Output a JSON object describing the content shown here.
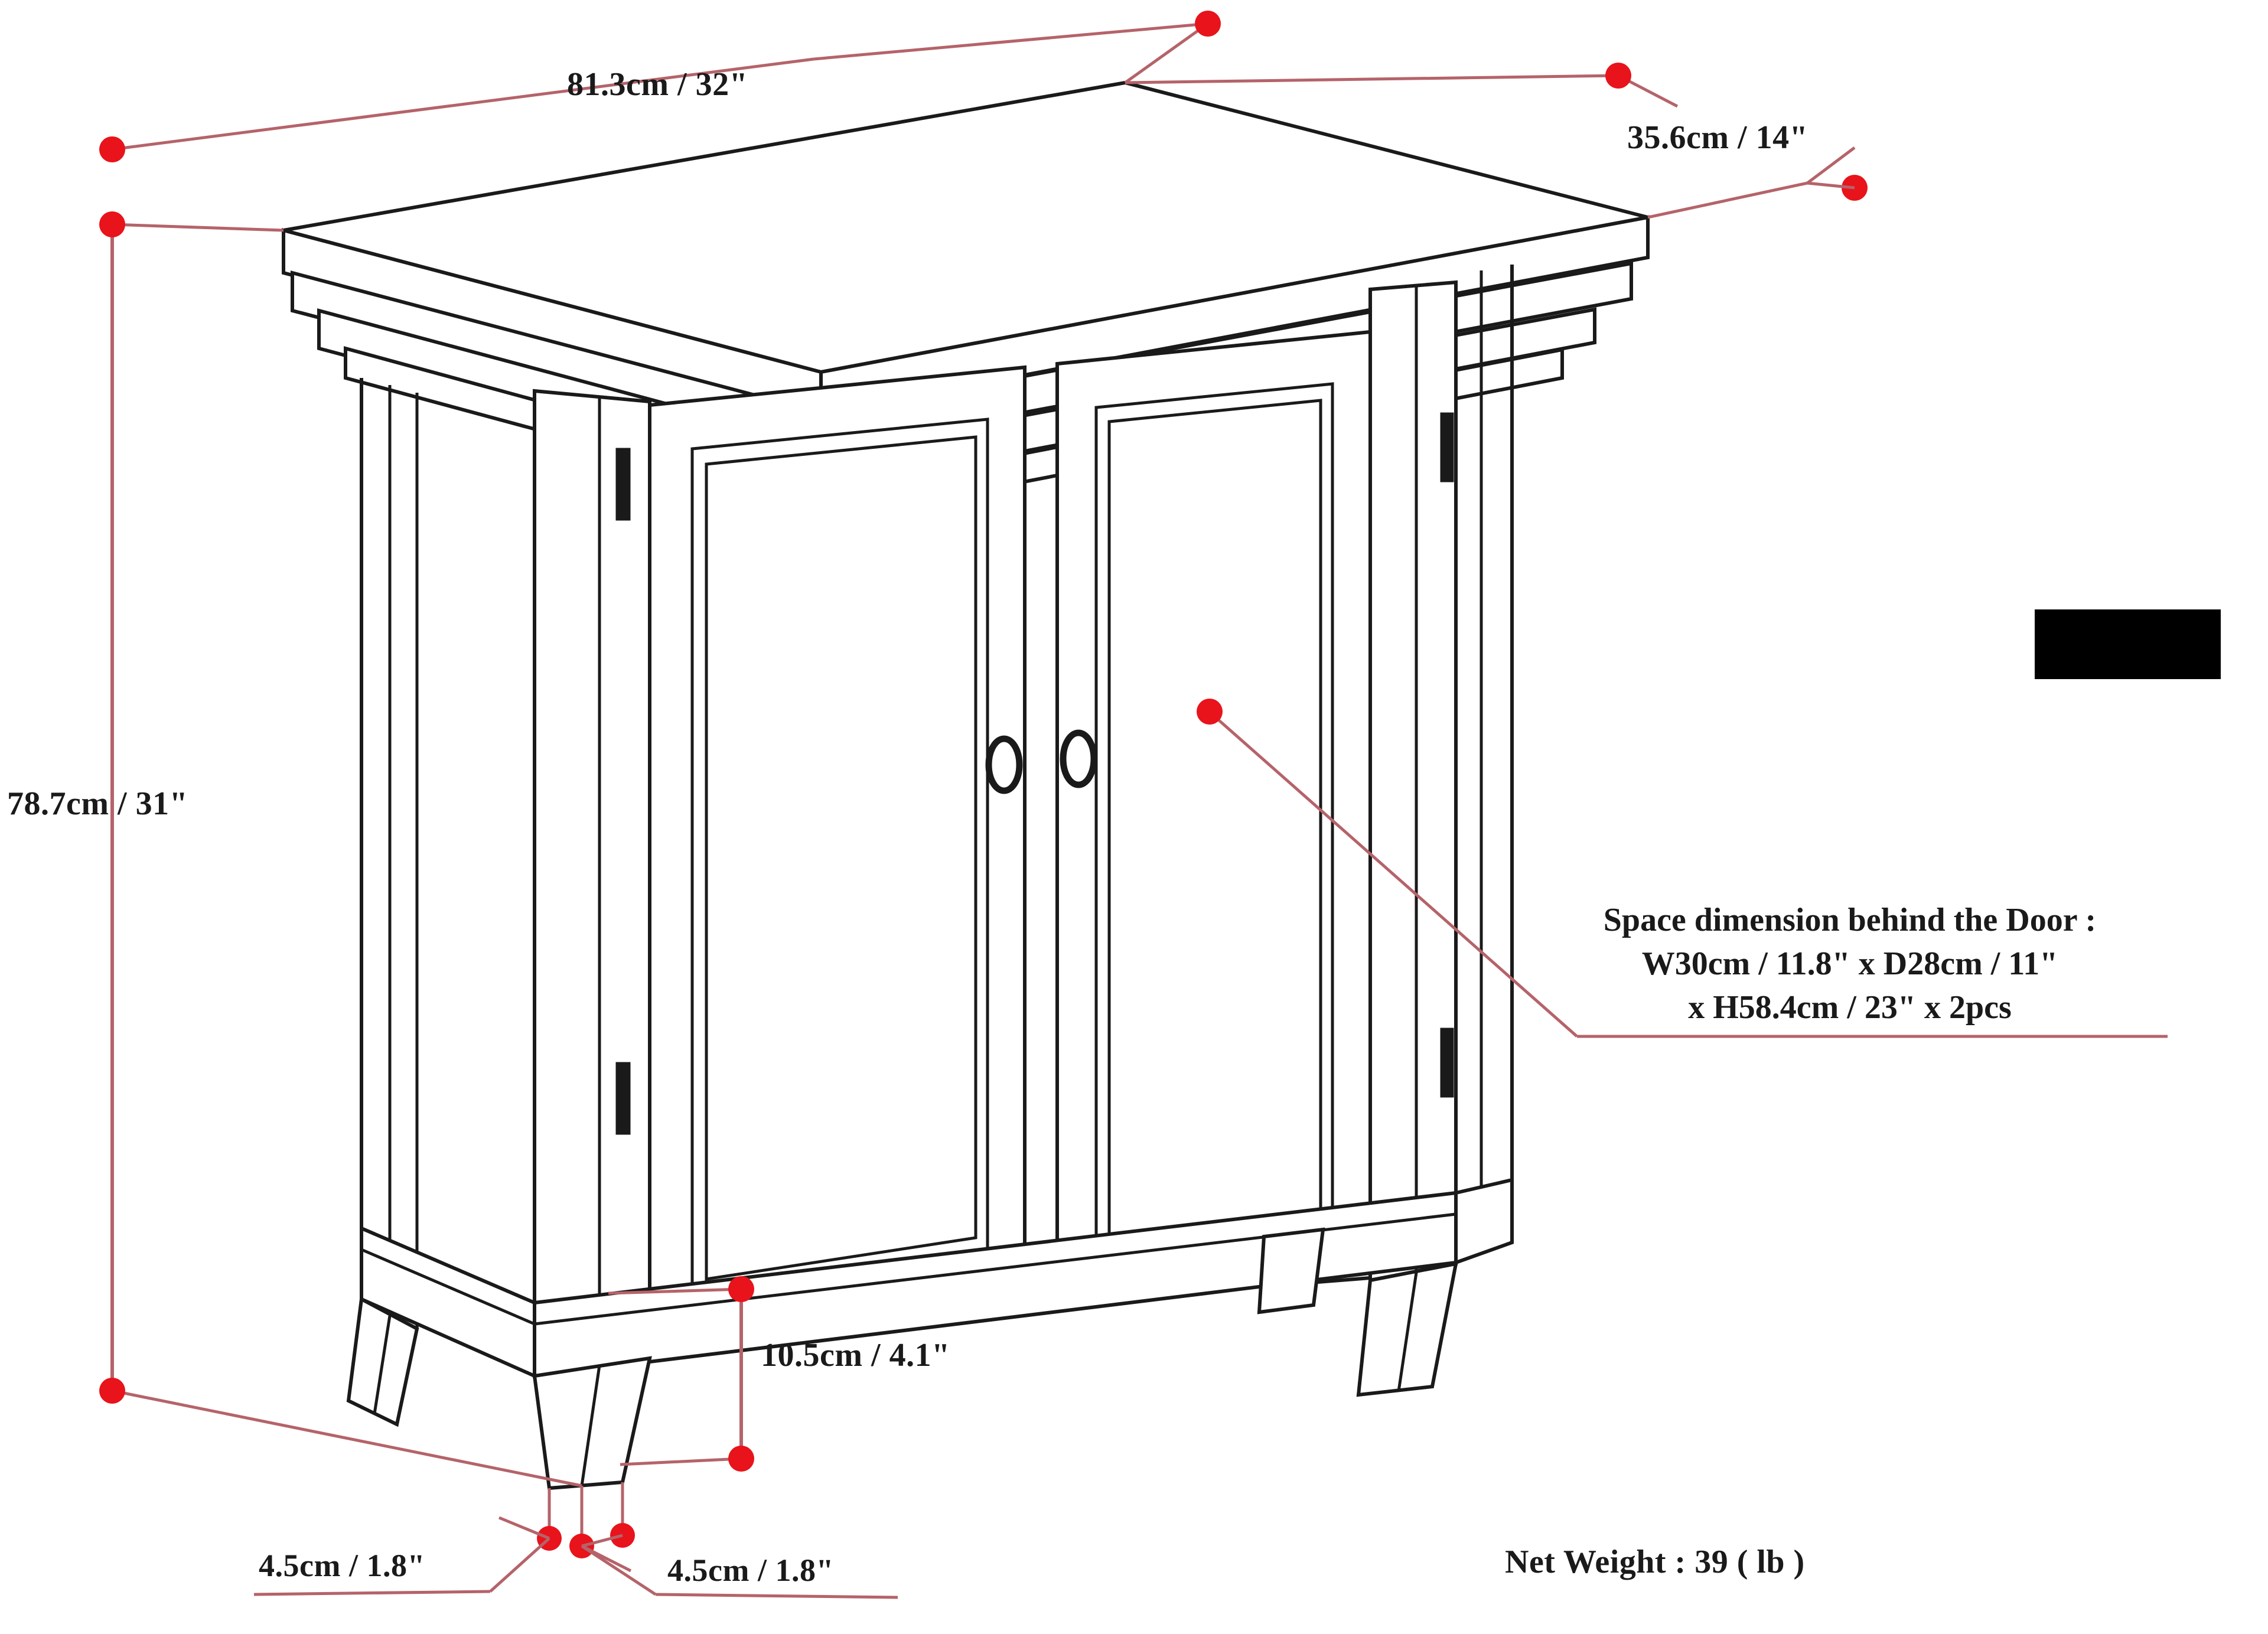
{
  "diagram": {
    "type": "furniture-dimension-drawing",
    "subject": "Two door low storage cabinet",
    "view": "three-quarter perspective line drawing",
    "line_color": "#1a1a1a",
    "dimension_color": "#c1272d",
    "dimension_line_color": "#b5636a",
    "background": "#ffffff"
  },
  "dimensions": {
    "width": "81.3cm / 32\"",
    "depth": "35.6cm / 14\"",
    "height": "78.7cm / 31\"",
    "leg_clearance": "10.5cm / 4.1\"",
    "leg_thickness_left": "4.5cm / 1.8\"",
    "leg_thickness_right": "4.5cm / 1.8\""
  },
  "callout": {
    "line1": "Space dimension behind the Door :",
    "line2": "W30cm / 11.8\" x D28cm / 11\"",
    "line3": "x H58.4cm / 23\" x 2pcs"
  },
  "weight": {
    "label": "Net Weight : 39 ( lb )"
  },
  "swatch": {
    "color": "#000000"
  }
}
